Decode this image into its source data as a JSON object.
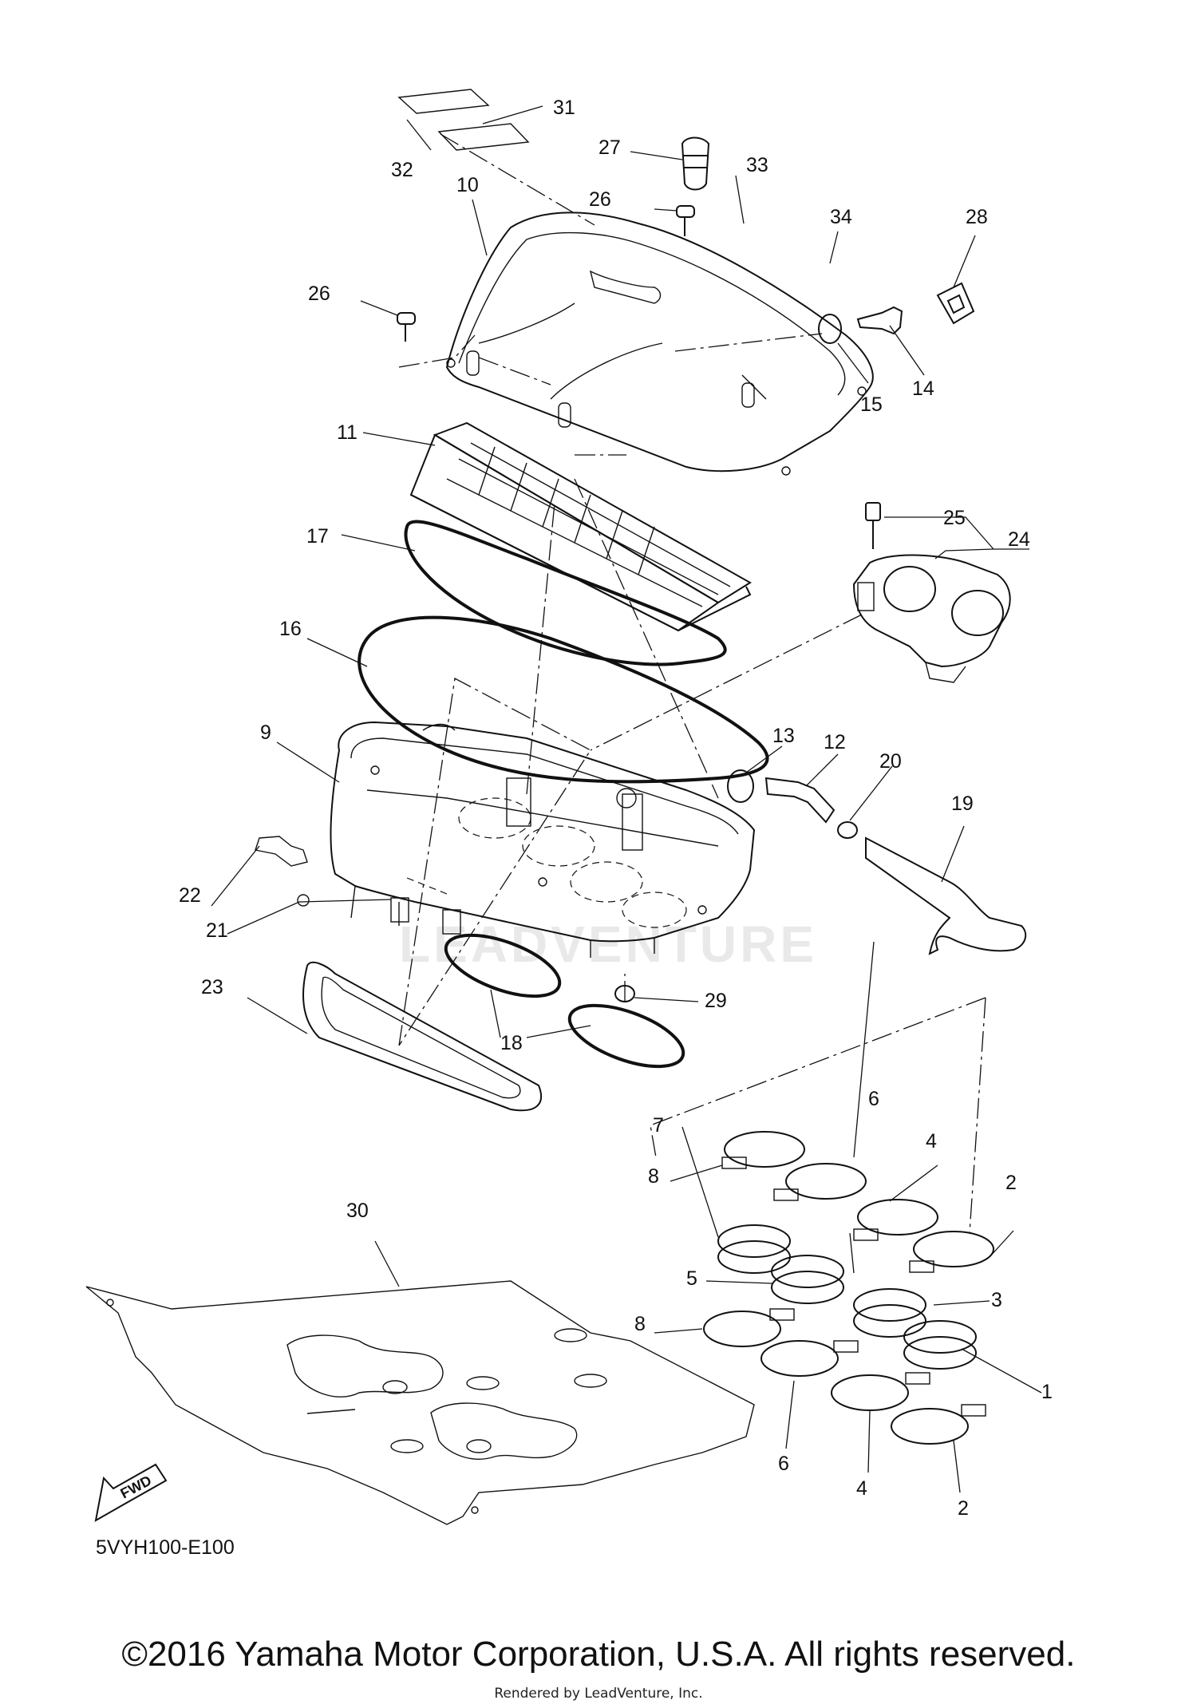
{
  "diagram": {
    "code": "5VYH100-E100",
    "copyright": "©2016 Yamaha Motor Corporation, U.S.A. All rights reserved.",
    "rendered_by": "Rendered by LeadVenture, Inc.",
    "watermark": "LEADVENTURE",
    "fwd_label": "FWD",
    "callouts": {
      "c1": "1",
      "c2a": "2",
      "c2b": "2",
      "c3": "3",
      "c4a": "4",
      "c4b": "4",
      "c5": "5",
      "c6a": "6",
      "c6b": "6",
      "c7": "7",
      "c8a": "8",
      "c8b": "8",
      "c9": "9",
      "c10": "10",
      "c11": "11",
      "c12": "12",
      "c13": "13",
      "c14": "14",
      "c15": "15",
      "c16": "16",
      "c17": "17",
      "c18": "18",
      "c19": "19",
      "c20": "20",
      "c21": "21",
      "c22": "22",
      "c23": "23",
      "c24": "24",
      "c25": "25",
      "c26a": "26",
      "c26b": "26",
      "c27": "27",
      "c28": "28",
      "c29": "29",
      "c30": "30",
      "c31": "31",
      "c32": "32",
      "c33": "33",
      "c34": "34"
    }
  }
}
